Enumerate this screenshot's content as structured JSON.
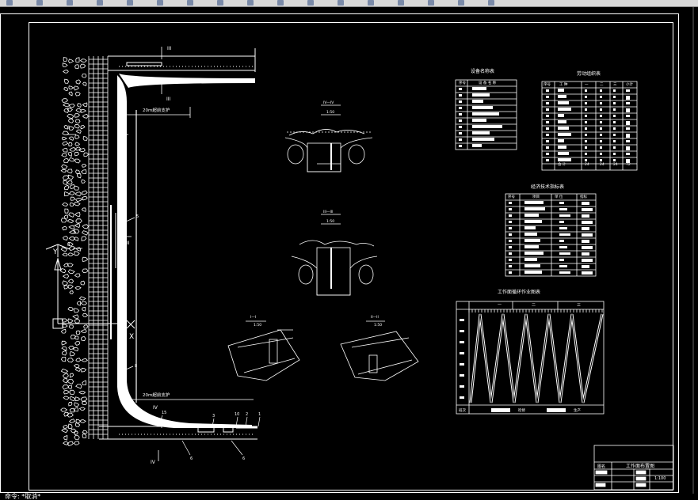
{
  "app": {
    "window_title": "",
    "status_text": "命令: *取消*"
  },
  "toolbar": {
    "icons": [
      "new-icon",
      "open-icon",
      "save-icon",
      "print-icon",
      "cut-icon",
      "copy-icon",
      "paste-icon",
      "undo-icon",
      "redo-icon",
      "pan-icon",
      "zoom-icon",
      "zoom-window-icon",
      "zoom-previous-icon",
      "properties-icon",
      "design-center-icon",
      "tool-palette-icon",
      "help-icon"
    ]
  },
  "drawing": {
    "label_20m_top": "20m超前支护",
    "label_20m_bottom": "20m超前支护",
    "section_marks": {
      "I": "I",
      "II": "II",
      "III": "III",
      "IV": "IV"
    },
    "callouts": [
      "1",
      "2",
      "3",
      "5",
      "6",
      "10",
      "15",
      "8"
    ],
    "sec_iv": {
      "title": "IV—IV",
      "scale": "1:50"
    },
    "sec_iii": {
      "title": "III—III",
      "scale": "1:50"
    },
    "sec_i": {
      "title": "I—I",
      "scale": "1:50"
    },
    "sec_ii": {
      "title": "II—II",
      "scale": "1:50"
    },
    "ucs": {
      "y": "Y",
      "x": "X"
    }
  },
  "tables": {
    "equipment": {
      "title": "设备名称表",
      "headers": [
        "序号",
        "设 备 名 称"
      ]
    },
    "labor": {
      "title": "劳动组织表",
      "headers": [
        "序号",
        "工 种",
        "一",
        "二",
        "三",
        "小计"
      ],
      "total_label": "合 计",
      "totals": [
        "24",
        "24",
        "24",
        "72"
      ]
    },
    "tech": {
      "title": "经济技术指标表",
      "headers": [
        "序号",
        "项目",
        "单 位",
        "指标"
      ]
    },
    "cycle": {
      "title": "工作面循环作业图表",
      "shifts": [
        "一",
        "二",
        "三"
      ],
      "footer": [
        "班次",
        "检修",
        "生产"
      ]
    }
  },
  "title_block": {
    "title": "工作面布置图",
    "field1": "图名",
    "scale": "1:100"
  }
}
